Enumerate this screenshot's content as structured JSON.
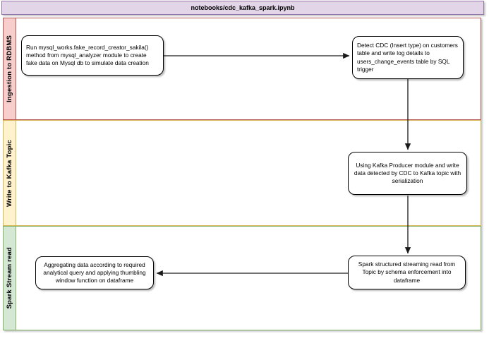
{
  "diagram": {
    "title": "notebooks/cdc_kafka_spark.ipynb",
    "type": "swimlane-flowchart"
  },
  "lanes": [
    {
      "label": "Ingestion to RDBMS",
      "fill": "#F8CECC",
      "border_color": "#B85450"
    },
    {
      "label": "Write to Kafka Topic",
      "fill": "#FFF2CC",
      "border_color": "#D6B656"
    },
    {
      "label": "Spark Stream read",
      "fill": "#D5E8D4",
      "border_color": "#82B366"
    }
  ],
  "nodes": [
    {
      "id": "fake-data-creator",
      "lane": "Ingestion to RDBMS",
      "text": "Run mysql_works.fake_record_creator_sakila() method from mysql_analyzer module to create fake data on Mysql db to simulate data creation"
    },
    {
      "id": "cdc-detect",
      "lane": "Ingestion to RDBMS",
      "text": "Detect CDC (Insert type) on customers table and write log details to users_change_events table by SQL trigger"
    },
    {
      "id": "kafka-producer-write",
      "lane": "Write to Kafka Topic",
      "text": "Using Kafka Producer module and write data detected by CDC to Kafka topic with serialization"
    },
    {
      "id": "spark-stream-read",
      "lane": "Spark Stream read",
      "text": "Spark structured streaming read from Topic by schema enforcement into dataframe"
    },
    {
      "id": "aggregate-windowing",
      "lane": "Spark Stream read",
      "text": "Aggregating data according to required analytical query and applying thumbling window function on dataframe"
    }
  ],
  "edges": [
    {
      "from": "fake-data-creator",
      "to": "cdc-detect",
      "direction": "right"
    },
    {
      "from": "cdc-detect",
      "to": "kafka-producer-write",
      "direction": "down"
    },
    {
      "from": "kafka-producer-write",
      "to": "spark-stream-read",
      "direction": "down"
    },
    {
      "from": "spark-stream-read",
      "to": "aggregate-windowing",
      "direction": "left"
    }
  ],
  "colors": {
    "title_fill": "#E1D5E7",
    "title_border": "#9673A6",
    "node_fill": "#FFFFFF",
    "node_border": "#000000",
    "edge_color": "#1A1A1A"
  }
}
